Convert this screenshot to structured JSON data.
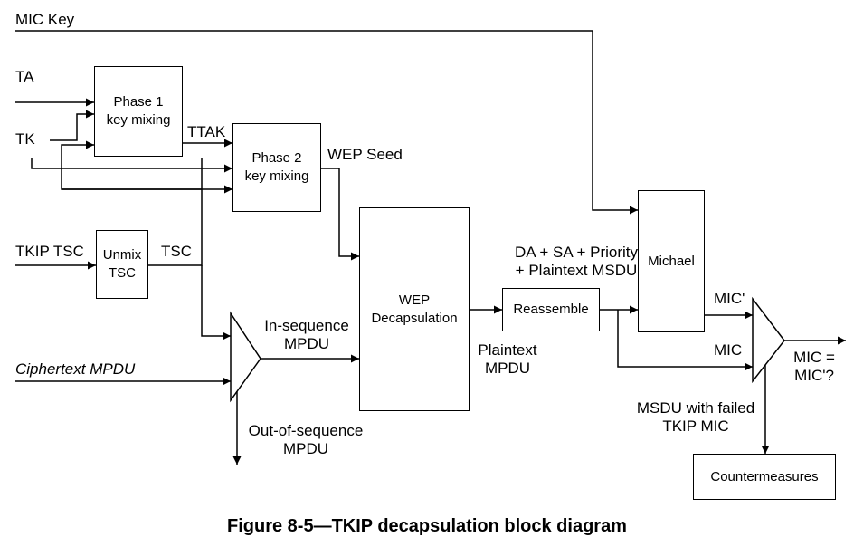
{
  "inputs": {
    "mic_key": "MIC Key",
    "ta": "TA",
    "tk": "TK",
    "tkip_tsc": "TKIP TSC",
    "ciphertext_mpdu": "Ciphertext MPDU"
  },
  "blocks": {
    "phase1": [
      "Phase 1",
      "key mixing"
    ],
    "phase2": [
      "Phase 2",
      "key mixing"
    ],
    "unmix": [
      "Unmix",
      "TSC"
    ],
    "wep": [
      "WEP",
      "Decapsulation"
    ],
    "reassemble": "Reassemble",
    "michael": "Michael",
    "countermeasures": "Countermeasures"
  },
  "signals": {
    "ttak": "TTAK",
    "wep_seed": "WEP Seed",
    "tsc": "TSC",
    "in_sequence": [
      "In-sequence",
      "MPDU"
    ],
    "out_of_sequence": [
      "Out-of-sequence",
      "MPDU"
    ],
    "plaintext": [
      "Plaintext",
      "MPDU"
    ],
    "da_sa": [
      "DA + SA + Priority",
      "+ Plaintext MSDU"
    ],
    "mic_prime": "MIC'",
    "mic": "MIC",
    "compare": [
      "MIC =",
      "MIC'?"
    ],
    "failed": [
      "MSDU with failed",
      "TKIP MIC"
    ]
  },
  "caption": "Figure 8-5—TKIP decapsulation block diagram"
}
